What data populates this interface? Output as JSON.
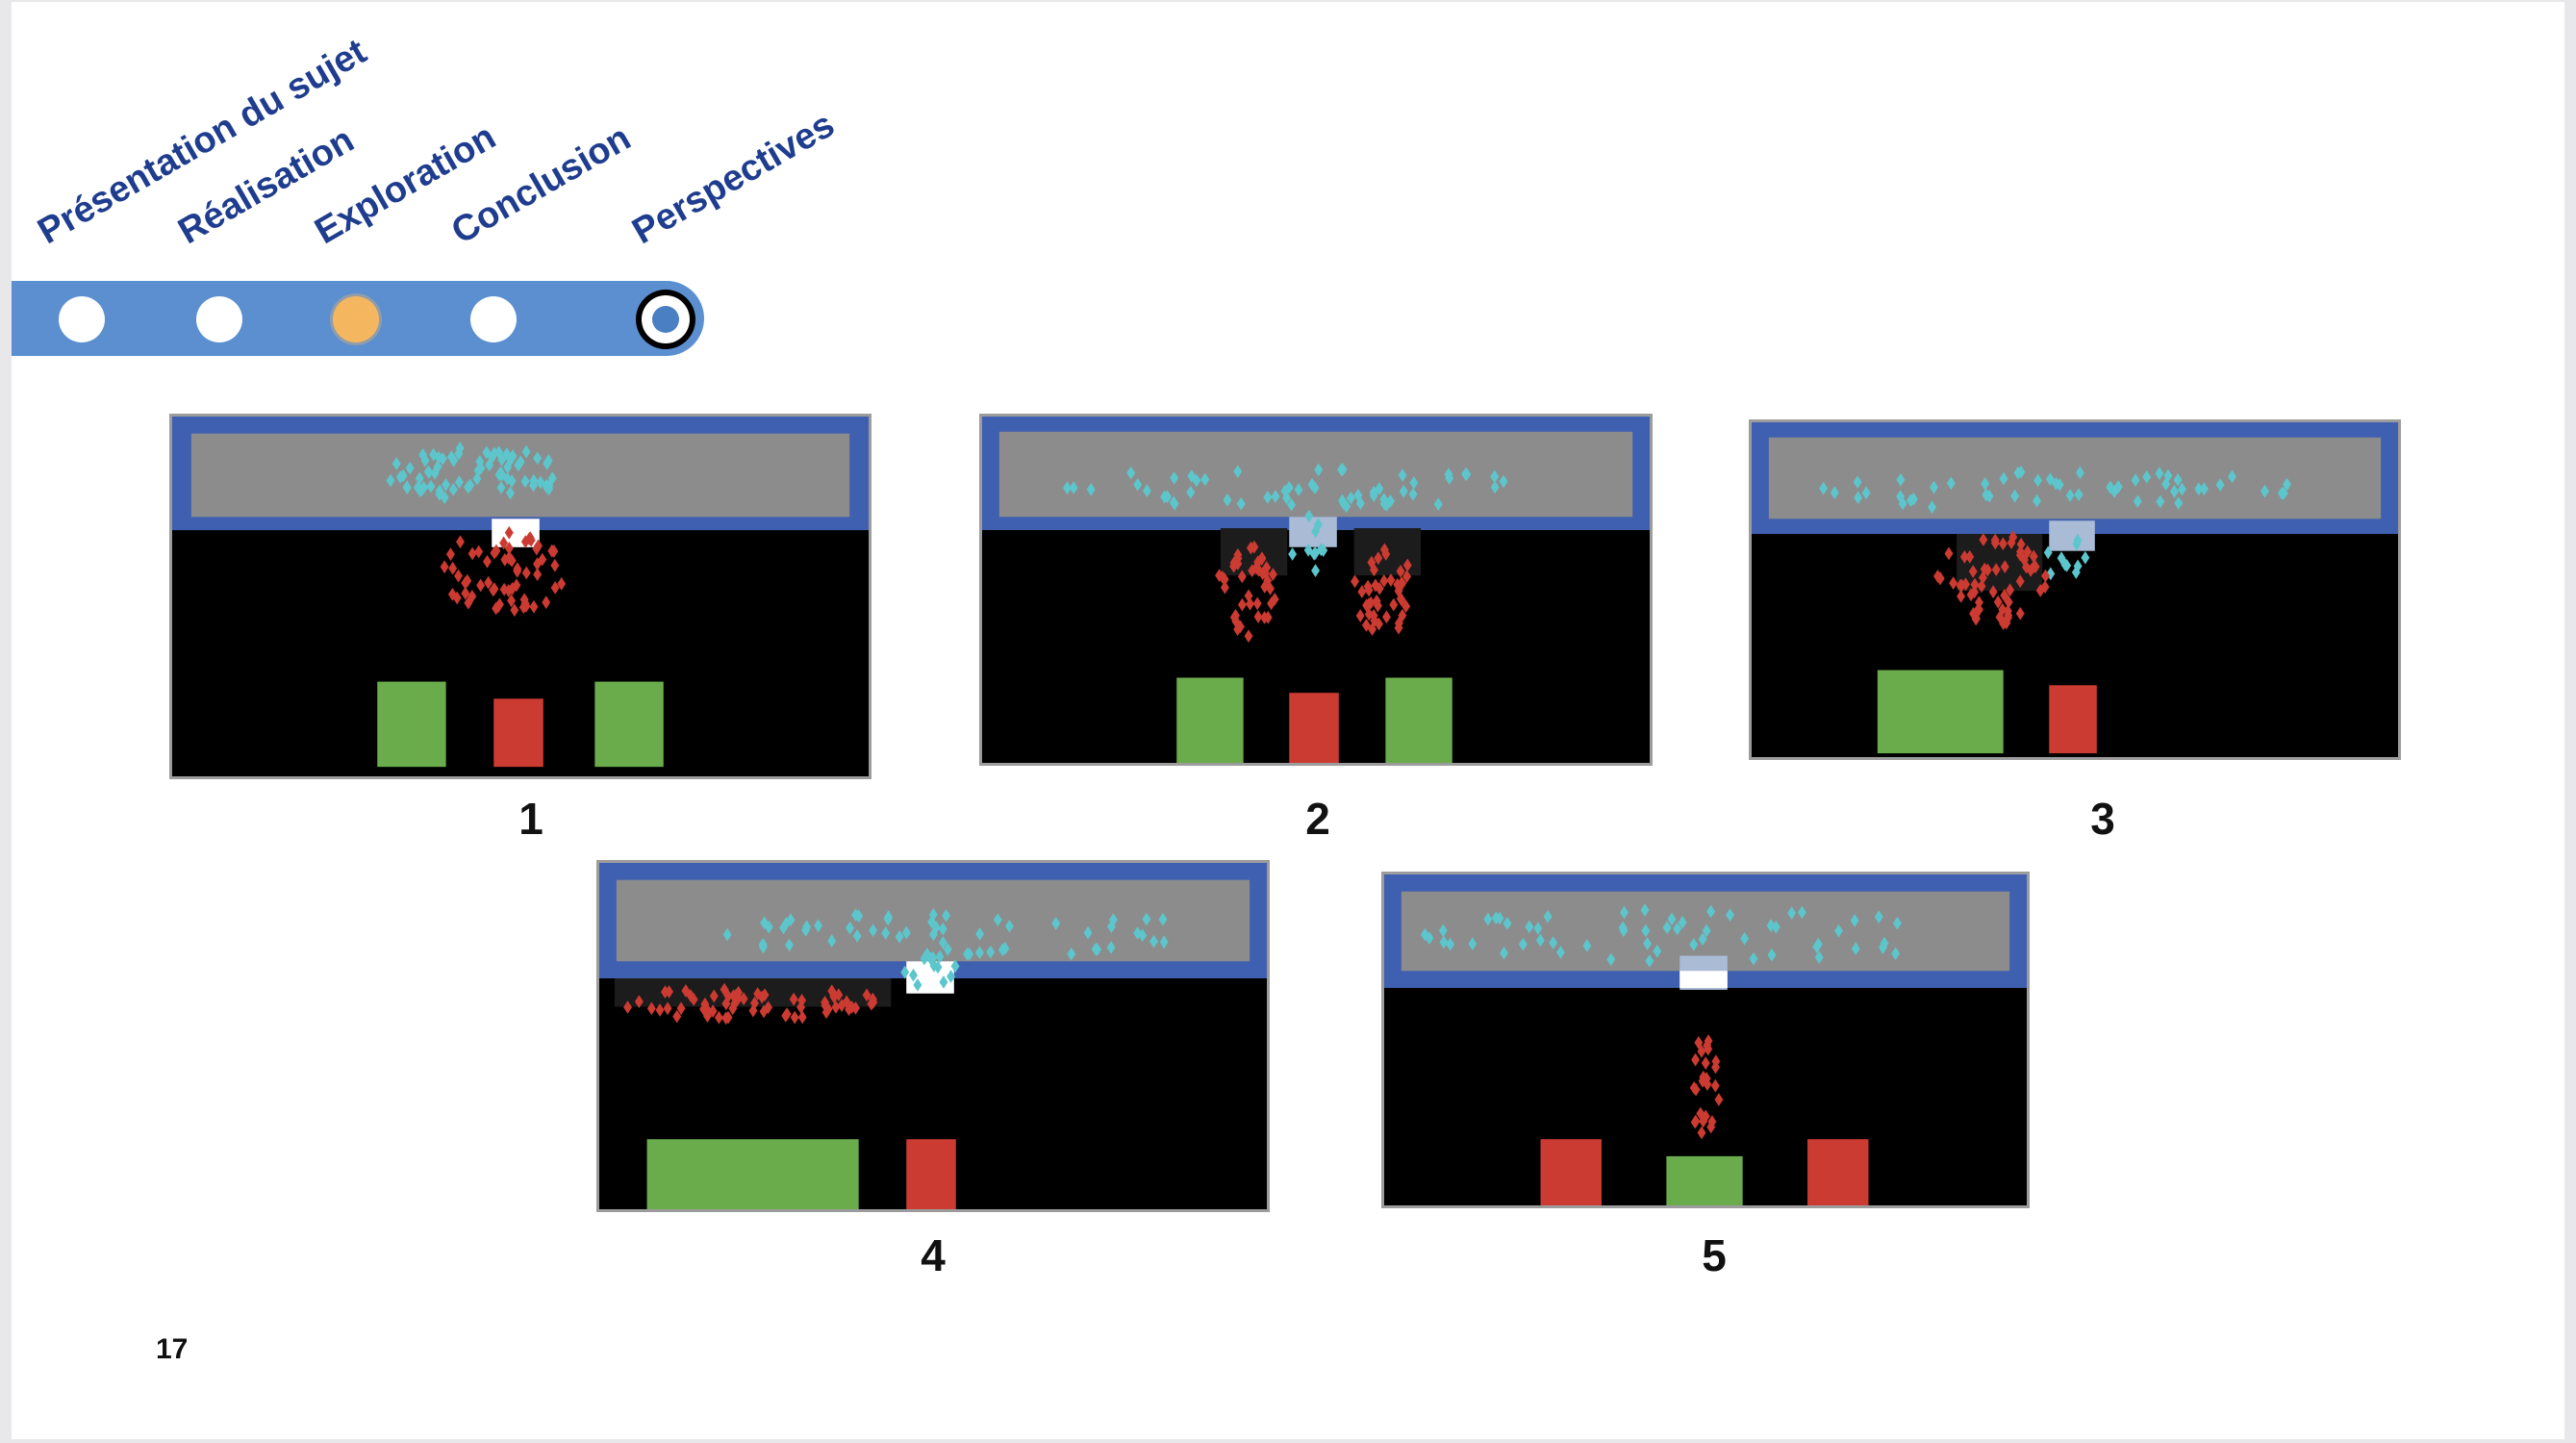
{
  "slide": {
    "page_number": "17",
    "colors": {
      "nav_bar": "#5b8fd0",
      "nav_text": "#1f3d8e",
      "current_step": "#f5b660",
      "panel_blue": "#3f5fb0",
      "panel_grey": "#8c8c8c",
      "agent_red": "#cc3b32",
      "agent_cyan": "#5cc6cc",
      "block_green": "#6aab4c"
    }
  },
  "nav": {
    "steps": [
      {
        "label": "Présentation du sujet",
        "state": "done"
      },
      {
        "label": "Réalisation",
        "state": "done"
      },
      {
        "label": "Exploration",
        "state": "current"
      },
      {
        "label": "Conclusion",
        "state": "upcoming"
      },
      {
        "label": "Perspectives",
        "state": "target"
      }
    ]
  },
  "panels": [
    {
      "label": "1",
      "blocks": [
        "green",
        "red",
        "green"
      ]
    },
    {
      "label": "2",
      "blocks": [
        "green",
        "red",
        "green"
      ]
    },
    {
      "label": "3",
      "blocks": [
        "green",
        "red"
      ]
    },
    {
      "label": "4",
      "blocks": [
        "green",
        "red"
      ]
    },
    {
      "label": "5",
      "blocks": [
        "red",
        "green",
        "red"
      ]
    }
  ]
}
